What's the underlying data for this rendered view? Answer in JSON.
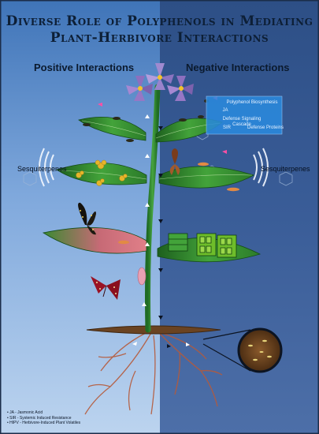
{
  "title": {
    "line1": "Diverse Role of Polyphenols in Mediating",
    "line2": "Plant-Herbivore Interactions"
  },
  "headings": {
    "positive": "Positive Interactions",
    "negative": "Negative Interactions"
  },
  "labels": {
    "sesquiterpenes_left": "Sesquiterpenes",
    "sesquiterpenes_right": "Sesquiterpenes"
  },
  "info_box": [
    "Polyphenol Biosynthesis",
    "JA",
    "Defense Signaling Cascade",
    "SIR",
    "Defense Proteins"
  ],
  "legend": [
    "• JA - Jasmonic Acid",
    "• SIR - Systemic Induced Resistance",
    "• HIPV - Herbivore-Induced Plant Volatiles"
  ],
  "colors": {
    "left_panel": "#7fa8dc",
    "right_panel": "#3a5d98",
    "title": "#0d1f36",
    "leaf": "#43a33a",
    "info_box": "#2a8be0"
  }
}
